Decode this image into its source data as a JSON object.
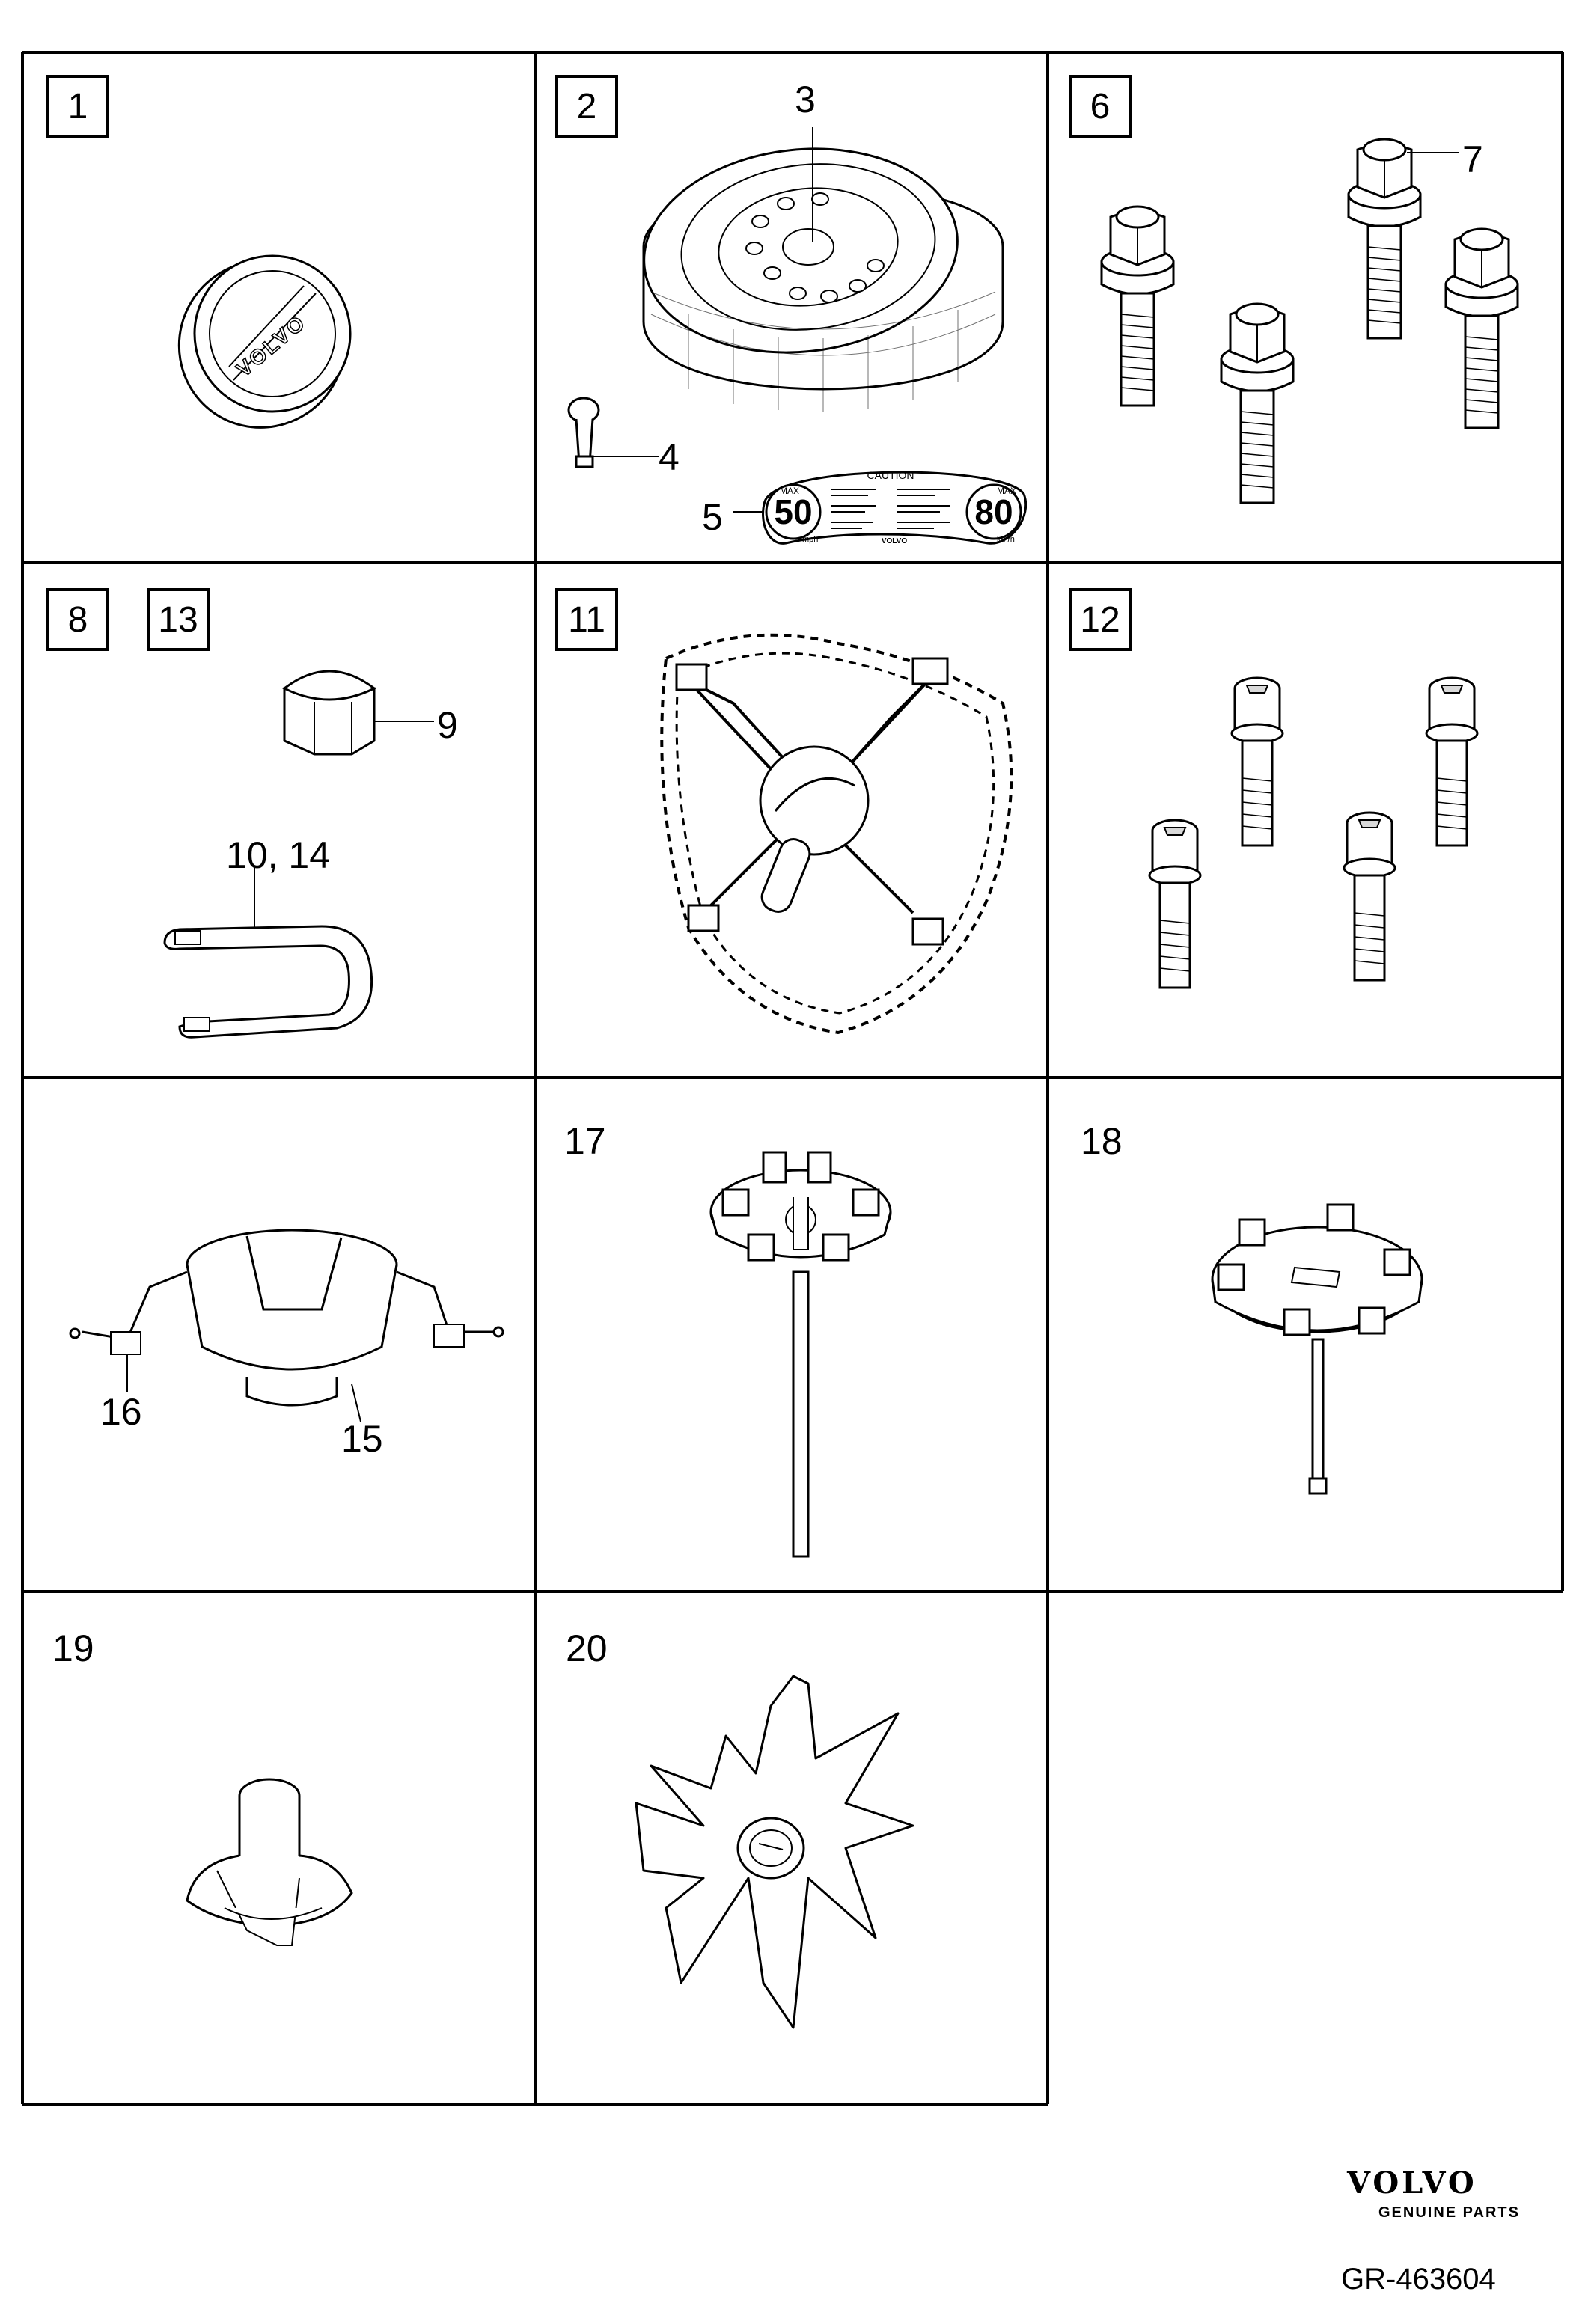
{
  "panel_labels": {
    "p1": "1",
    "p2": "2",
    "p6": "6",
    "p8": "8",
    "p13": "13",
    "p11": "11",
    "p12": "12",
    "p17": "17",
    "p18": "18",
    "p19": "19",
    "p20": "20"
  },
  "callouts": {
    "c3": "3",
    "c4": "4",
    "c5": "5",
    "c7": "7",
    "c9": "9",
    "c10_14": "10, 14",
    "c16": "16",
    "c15": "15"
  },
  "hubcap_text": "VOLVO",
  "decal": {
    "heading": "CAUTION",
    "left_speed": "50",
    "left_unit": "mph",
    "left_max": "MAX",
    "right_speed": "80",
    "right_unit": "km/h",
    "right_max": "MAX",
    "brand": "VOLVO"
  },
  "footer": {
    "brand": "VOLVO",
    "sub": "GENUINE PARTS",
    "code": "GR-463604"
  },
  "colors": {
    "line": "#000000",
    "fill": "#ffffff",
    "shade": "#d9d9d9"
  }
}
